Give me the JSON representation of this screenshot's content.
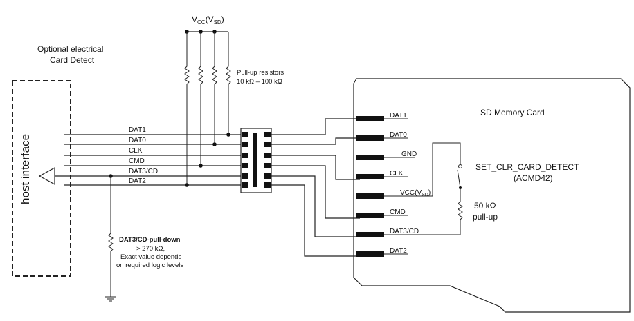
{
  "vcc_label": {
    "main": "V",
    "sub1": "CC",
    "mid": "(V",
    "sub2": "SD",
    "end": ")"
  },
  "card_detect_note": [
    "Optional electrical",
    "Card Detect"
  ],
  "host_label": "host interface",
  "pullup_note": [
    "Pull-up resistors",
    "10 kΩ – 100 kΩ"
  ],
  "bus_lines": [
    "DAT1",
    "DAT0",
    "CLK",
    "CMD",
    "DAT3/CD",
    "DAT2"
  ],
  "card_title": "SD Memory Card",
  "card_pins": {
    "dat1": "DAT1",
    "dat0": "DAT0",
    "gnd": "GND",
    "clk": "CLK",
    "vcc": {
      "main": "VCC(V",
      "sub": "SD",
      "end": ")"
    },
    "cmd": "CMD",
    "dat3": "DAT3/CD",
    "dat2": "DAT2"
  },
  "switch_label": [
    "SET_CLR_CARD_DETECT",
    "(ACMD42)"
  ],
  "card_pullup": [
    "50 kΩ",
    "pull-up"
  ],
  "pulldown_note": {
    "title": "DAT3/CD-pull-down",
    "lines": [
      "> 270 kΩ,",
      "Exact value depends",
      "on required logic levels"
    ]
  }
}
